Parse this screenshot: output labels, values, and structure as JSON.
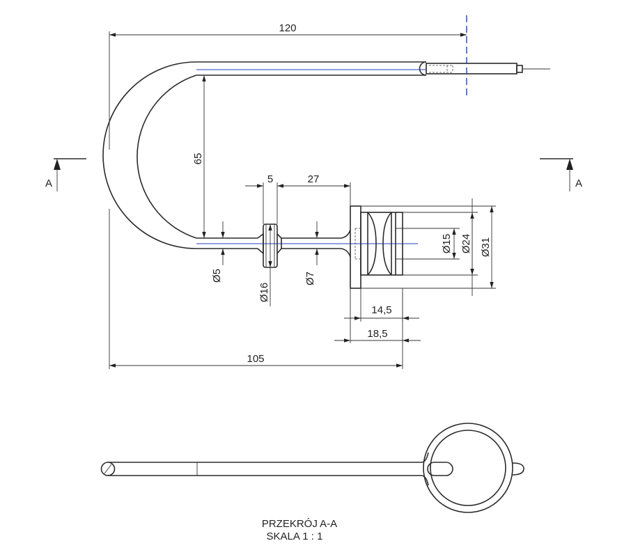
{
  "drawing": {
    "dimensions": {
      "overall_width": "120",
      "base_width": "105",
      "height": "65",
      "collar_width": "5",
      "shaft_length": "27",
      "d_pin": "Ø5",
      "d_collar": "Ø16",
      "d_shaft": "Ø7",
      "d_inner": "Ø15",
      "d_mid": "Ø24",
      "d_outer": "Ø31",
      "len_a": "14,5",
      "len_b": "18,5"
    },
    "section_markers": {
      "left": "A",
      "right": "A"
    },
    "caption": {
      "line1": "PRZEKRÓJ A-A",
      "line2": "SKALA 1 : 1"
    },
    "colors": {
      "line": "#2a2a2a",
      "centerline": "#1f3fbf"
    }
  }
}
